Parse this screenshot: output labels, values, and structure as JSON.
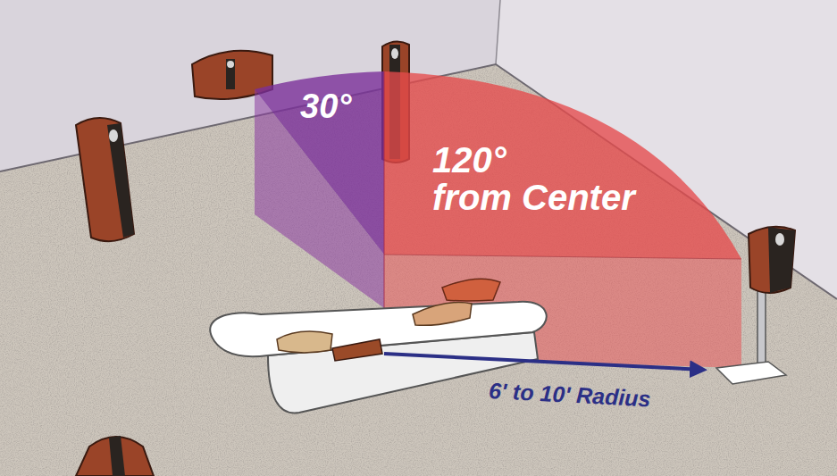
{
  "diagram": {
    "labels": [
      "30°",
      "120° from Center",
      "6' to 10' Radius"
    ]
  }
}
